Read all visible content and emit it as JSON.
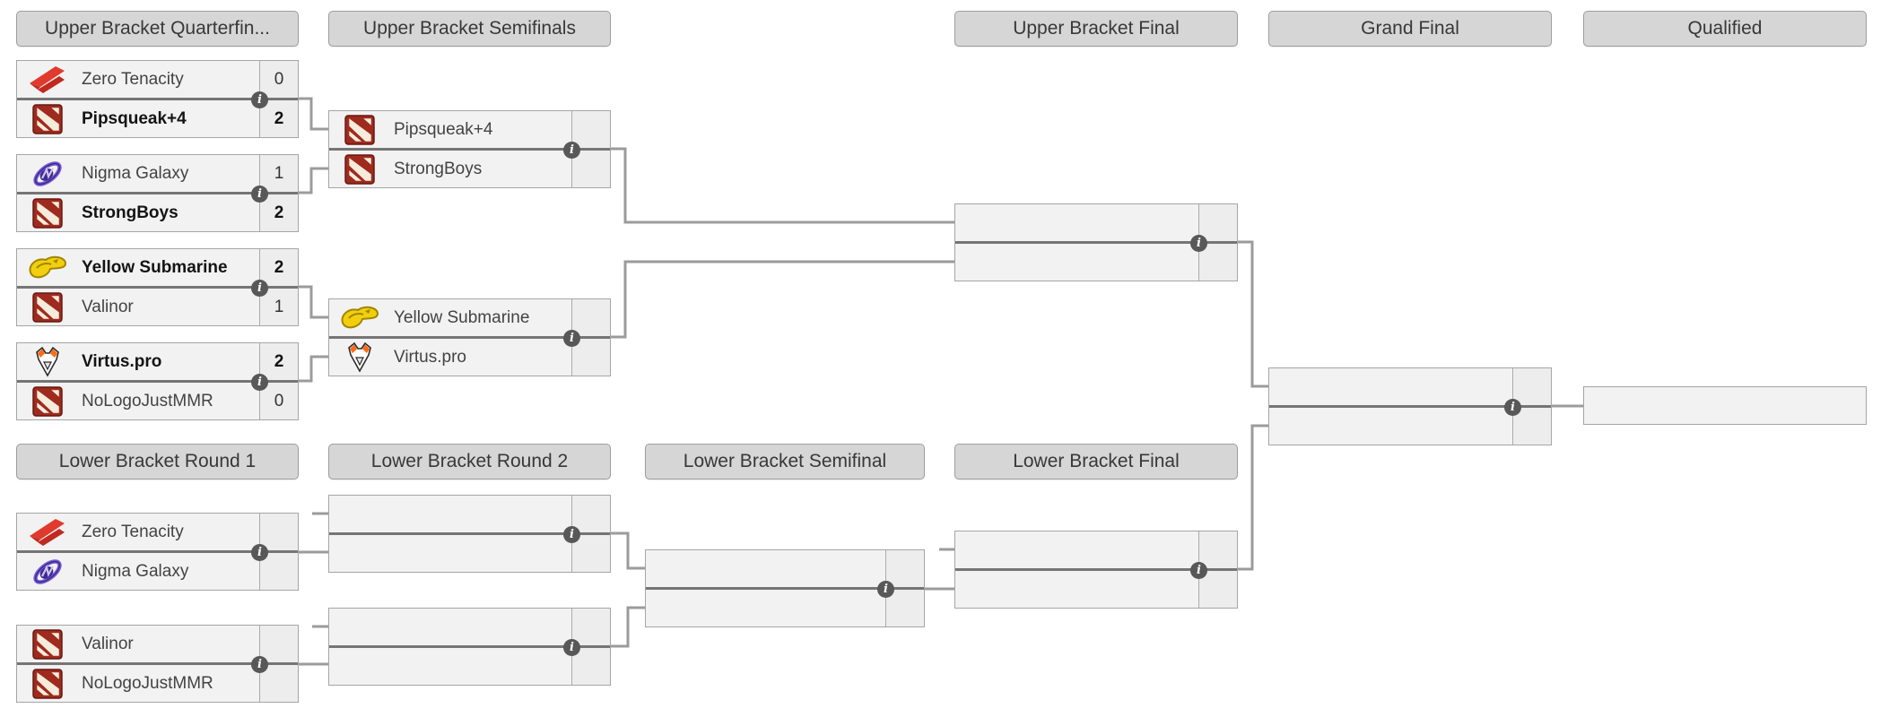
{
  "headers": [
    {
      "id": "ub-quarterfinals",
      "label": "Upper Bracket Quarterfin..."
    },
    {
      "id": "ub-semifinals",
      "label": "Upper Bracket Semifinals"
    },
    {
      "id": "ub-final",
      "label": "Upper Bracket Final"
    },
    {
      "id": "grand-final",
      "label": "Grand Final"
    },
    {
      "id": "qualified",
      "label": "Qualified"
    },
    {
      "id": "lb-round-1",
      "label": "Lower Bracket Round 1"
    },
    {
      "id": "lb-round-2",
      "label": "Lower Bracket Round 2"
    },
    {
      "id": "lb-semifinal",
      "label": "Lower Bracket Semifinal"
    },
    {
      "id": "lb-final",
      "label": "Lower Bracket Final"
    }
  ],
  "matches": [
    {
      "id": "ub-qf-1",
      "info_icon": true,
      "teams": [
        {
          "name": "Zero Tenacity",
          "logo_icon": "zero-tenacity-logo",
          "score": "0",
          "winner": false
        },
        {
          "name": "Pipsqueak+4",
          "logo_icon": "dota-logo",
          "score": "2",
          "winner": true
        }
      ]
    },
    {
      "id": "ub-qf-2",
      "info_icon": true,
      "teams": [
        {
          "name": "Nigma Galaxy",
          "logo_icon": "nigma-galaxy-logo",
          "score": "1",
          "winner": false
        },
        {
          "name": "StrongBoys",
          "logo_icon": "dota-logo",
          "score": "2",
          "winner": true
        }
      ]
    },
    {
      "id": "ub-qf-3",
      "info_icon": true,
      "teams": [
        {
          "name": "Yellow Submarine",
          "logo_icon": "yellow-submarine-logo",
          "score": "2",
          "winner": true
        },
        {
          "name": "Valinor",
          "logo_icon": "dota-logo",
          "score": "1",
          "winner": false
        }
      ]
    },
    {
      "id": "ub-qf-4",
      "info_icon": true,
      "teams": [
        {
          "name": "Virtus.pro",
          "logo_icon": "virtus-pro-logo",
          "score": "2",
          "winner": true
        },
        {
          "name": "NoLogoJustMMR",
          "logo_icon": "dota-logo",
          "score": "0",
          "winner": false
        }
      ]
    },
    {
      "id": "ub-sf-1",
      "info_icon": true,
      "teams": [
        {
          "name": "Pipsqueak+4",
          "logo_icon": "dota-logo",
          "score": "",
          "winner": false
        },
        {
          "name": "StrongBoys",
          "logo_icon": "dota-logo",
          "score": "",
          "winner": false
        }
      ]
    },
    {
      "id": "ub-sf-2",
      "info_icon": true,
      "teams": [
        {
          "name": "Yellow Submarine",
          "logo_icon": "yellow-submarine-logo",
          "score": "",
          "winner": false
        },
        {
          "name": "Virtus.pro",
          "logo_icon": "virtus-pro-logo",
          "score": "",
          "winner": false
        }
      ]
    },
    {
      "id": "ub-final",
      "info_icon": true,
      "teams": [
        {
          "name": "",
          "logo_icon": null,
          "score": "",
          "winner": false
        },
        {
          "name": "",
          "logo_icon": null,
          "score": "",
          "winner": false
        }
      ]
    },
    {
      "id": "grand-final",
      "info_icon": true,
      "teams": [
        {
          "name": "",
          "logo_icon": null,
          "score": "",
          "winner": false
        },
        {
          "name": "",
          "logo_icon": null,
          "score": "",
          "winner": false
        }
      ]
    },
    {
      "id": "qualified-slot",
      "info_icon": false,
      "single": true,
      "teams": [
        {
          "name": "",
          "logo_icon": null,
          "score": "",
          "winner": false
        }
      ]
    },
    {
      "id": "lb-r1-m1",
      "info_icon": true,
      "teams": [
        {
          "name": "Zero Tenacity",
          "logo_icon": "zero-tenacity-logo",
          "score": "",
          "winner": false
        },
        {
          "name": "Nigma Galaxy",
          "logo_icon": "nigma-galaxy-logo",
          "score": "",
          "winner": false
        }
      ]
    },
    {
      "id": "lb-r1-m2",
      "info_icon": true,
      "teams": [
        {
          "name": "Valinor",
          "logo_icon": "dota-logo",
          "score": "",
          "winner": false
        },
        {
          "name": "NoLogoJustMMR",
          "logo_icon": "dota-logo",
          "score": "",
          "winner": false
        }
      ]
    },
    {
      "id": "lb-r2-m1",
      "info_icon": true,
      "teams": [
        {
          "name": "",
          "logo_icon": null,
          "score": "",
          "winner": false
        },
        {
          "name": "",
          "logo_icon": null,
          "score": "",
          "winner": false
        }
      ]
    },
    {
      "id": "lb-r2-m2",
      "info_icon": true,
      "teams": [
        {
          "name": "",
          "logo_icon": null,
          "score": "",
          "winner": false
        },
        {
          "name": "",
          "logo_icon": null,
          "score": "",
          "winner": false
        }
      ]
    },
    {
      "id": "lb-sf",
      "info_icon": true,
      "teams": [
        {
          "name": "",
          "logo_icon": null,
          "score": "",
          "winner": false
        },
        {
          "name": "",
          "logo_icon": null,
          "score": "",
          "winner": false
        }
      ]
    },
    {
      "id": "lb-final",
      "info_icon": true,
      "teams": [
        {
          "name": "",
          "logo_icon": null,
          "score": "",
          "winner": false
        },
        {
          "name": "",
          "logo_icon": null,
          "score": "",
          "winner": false
        }
      ]
    }
  ],
  "icons": {
    "info": "i"
  },
  "colors": {
    "dota_red": "#9e2b1e",
    "dota_red_dark": "#6c1a12",
    "zero_tenacity_red": "#e03a2f",
    "zero_tenacity_red_dark": "#c02a20",
    "nigma_purple": "#7a5cd6",
    "nigma_purple_dark": "#3b2b8f",
    "yellow_submarine_yellow": "#f2cf0e",
    "yellow_submarine_outline": "#a08600",
    "virtus_pro_orange": "#ff6a13",
    "cream": "#f5ecdc"
  }
}
